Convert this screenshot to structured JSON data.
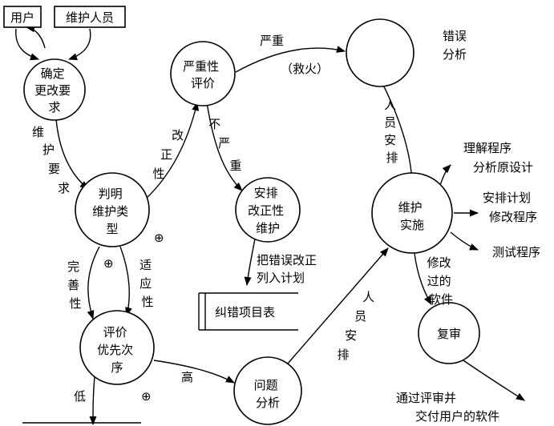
{
  "nodes": {
    "user": "用户",
    "maintainer": "维护人员",
    "confirm": [
      "确定",
      "更改要",
      "求"
    ],
    "severity": [
      "严重性",
      "评价"
    ],
    "error_analysis_circle": [],
    "judge": [
      "判明",
      "维护类",
      "型"
    ],
    "arrange": [
      "安排",
      "改正性",
      "维护"
    ],
    "implement": [
      "维护",
      "实施"
    ],
    "evaluate": [
      "评价",
      "优先次",
      "序"
    ],
    "problem": [
      "问题",
      "分析"
    ],
    "review": [
      "复审"
    ],
    "correction_table": "纠错项目表"
  },
  "labels": {
    "error_analysis": [
      "错误",
      "分析"
    ],
    "serious": "严重",
    "fire": "（救火）",
    "staff_arrange_1": [
      "人",
      "员",
      "安",
      "排"
    ],
    "maintenance_request": [
      "维",
      "护",
      "要",
      "求"
    ],
    "corrective": [
      "改",
      "正",
      "性"
    ],
    "not_serious": [
      "不",
      "严",
      "重"
    ],
    "add_to_plan": [
      "把错误改正",
      "列入计划"
    ],
    "understand": [
      "理解程序",
      "分析原设计"
    ],
    "plan_modify": [
      "安排计划",
      "修改程序"
    ],
    "test_program": "测试程序",
    "modified_software": [
      "修改",
      "过的",
      "软件"
    ],
    "perfective": [
      "完",
      "善",
      "性"
    ],
    "adaptive": [
      "适",
      "应",
      "性"
    ],
    "high": "高",
    "low": "低",
    "staff_arrange_2": [
      "人",
      "员",
      "安",
      "排"
    ],
    "deliver": [
      "通过评审并",
      "交付用户的软件"
    ],
    "plus_judge": "⊕",
    "plus_mid": "⊕",
    "plus_eval": "⊕"
  }
}
